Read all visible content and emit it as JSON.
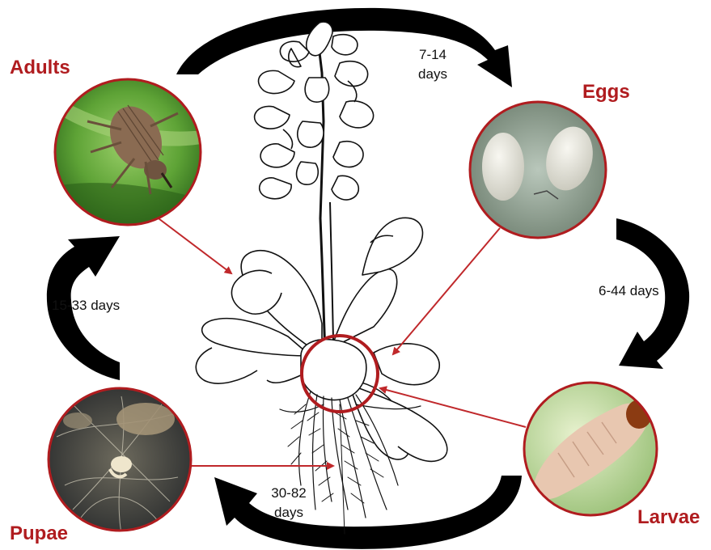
{
  "stages": {
    "adults": "Adults",
    "eggs": "Eggs",
    "larvae": "Larvae",
    "pupae": "Pupae"
  },
  "durations": {
    "adults_to_eggs": [
      "7-14",
      "days"
    ],
    "eggs_to_larvae": "6-44 days",
    "larvae_to_pupae": [
      "30-82",
      "days"
    ],
    "pupae_to_adults": "15-33 days"
  },
  "colors": {
    "stage_label": "#b01c1f",
    "circle_border": "#b01c1f",
    "pointer_line": "#c0282b",
    "cycle_arrow": "#000000"
  }
}
